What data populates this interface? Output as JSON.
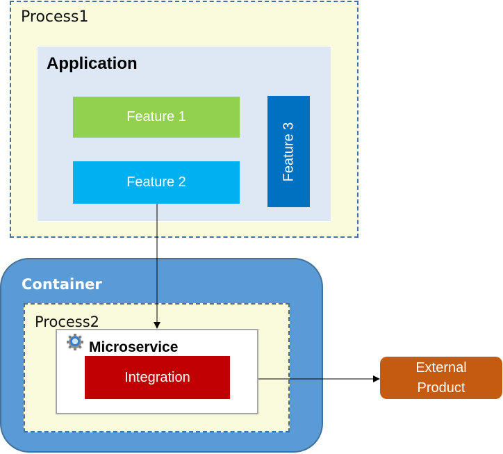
{
  "diagram": {
    "process1": {
      "label": "Process1"
    },
    "application": {
      "label": "Application"
    },
    "features": [
      {
        "label": "Feature 1",
        "color": "#92d050"
      },
      {
        "label": "Feature 2",
        "color": "#00b0f0"
      },
      {
        "label": "Feature 3",
        "color": "#0070c0"
      }
    ],
    "container": {
      "label": "Container",
      "color": "#5b9bd5"
    },
    "process2": {
      "label": "Process2"
    },
    "microservice": {
      "label": "Microservice",
      "icon": "gear-icon"
    },
    "integration": {
      "label": "Integration",
      "color": "#c00000"
    },
    "external_product": {
      "line1": "External",
      "line2": "Product",
      "color": "#c55a11"
    },
    "connections": [
      {
        "from": "Feature 2",
        "to": "Microservice"
      },
      {
        "from": "Integration",
        "to": "External Product"
      }
    ]
  }
}
